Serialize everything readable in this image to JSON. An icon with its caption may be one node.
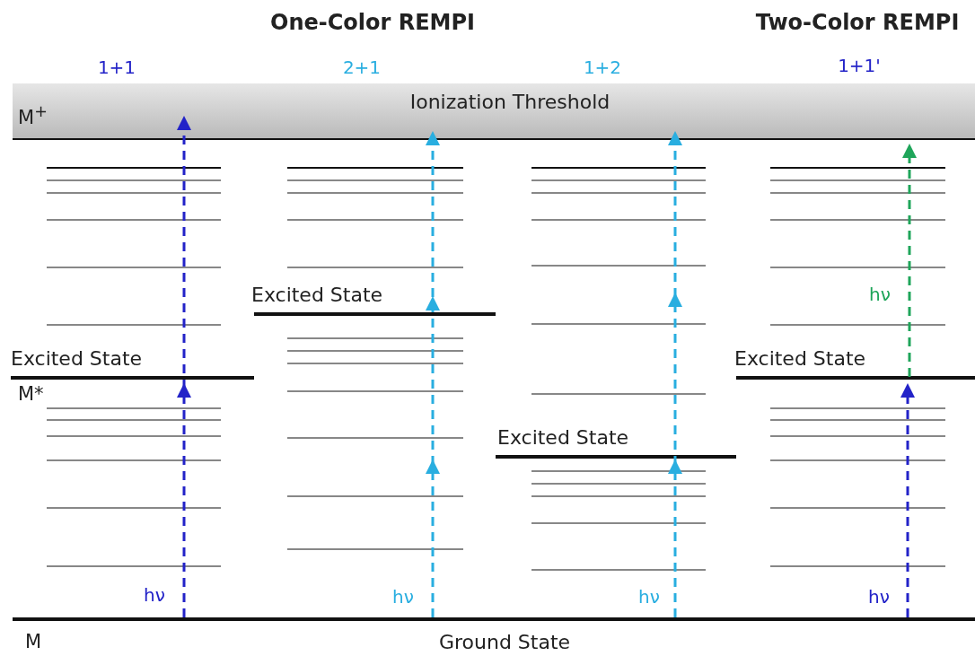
{
  "diagram": {
    "labels": [
      "One-Color REMPI",
      "Two-Color REMPI",
      "1+1",
      "2+1",
      "1+2",
      "1+1'",
      "M$^{+}$",
      "Ionization Threshold",
      "Excited State",
      "hν",
      "Excited State",
      "Excited State",
      "M*",
      "Excited State",
      "hν",
      "hν",
      "hν",
      "hν",
      "M",
      "Ground State"
    ]
  }
}
